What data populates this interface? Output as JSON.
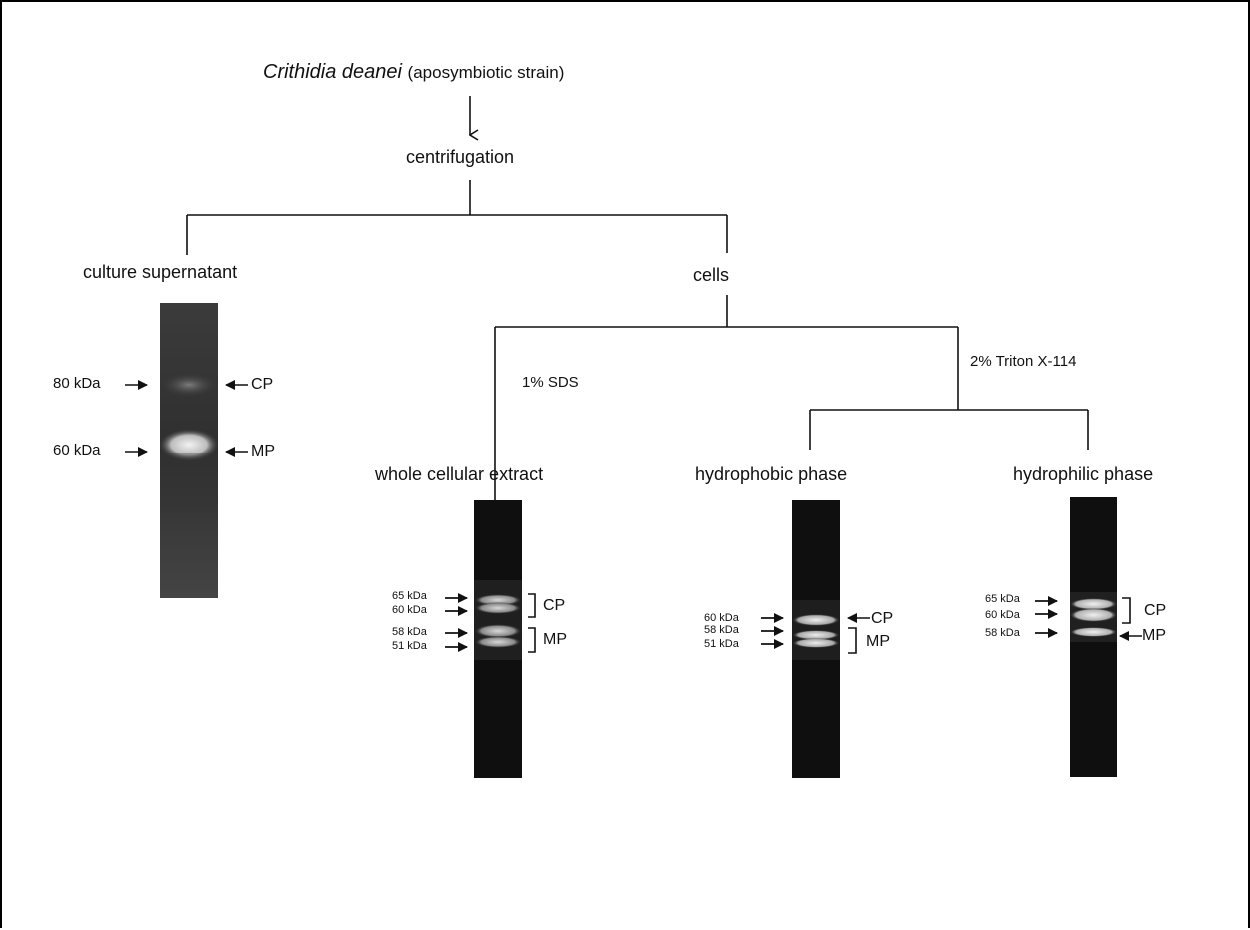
{
  "title": {
    "organism": "Crithidia deanei",
    "strain": "(aposymbiotic strain)"
  },
  "steps": {
    "centrifugation": "centrifugation",
    "culture_supernatant": "culture supernatant",
    "cells": "cells",
    "sds": "1% SDS",
    "triton": "2% Triton X-114",
    "whole_extract": "whole cellular extract",
    "hydrophobic": "hydrophobic phase",
    "hydrophilic": "hydrophilic phase"
  },
  "gels": {
    "supernatant": {
      "markers": [
        "80 kDa",
        "60 kDa"
      ],
      "labels": [
        "CP",
        "MP"
      ]
    },
    "whole": {
      "markers": [
        "65 kDa",
        "60 kDa",
        "58 kDa",
        "51 kDa"
      ],
      "labels": [
        "CP",
        "MP"
      ]
    },
    "hydrophobic": {
      "markers": [
        "60 kDa",
        "58 kDa",
        "51 kDa"
      ],
      "labels": [
        "CP",
        "MP"
      ]
    },
    "hydrophilic": {
      "markers": [
        "65 kDa",
        "60 kDa",
        "58 kDa"
      ],
      "labels": [
        "CP",
        "MP"
      ]
    }
  },
  "colors": {
    "gel_dark": "#0d0d0d",
    "gel_gray": "#3a3a3a",
    "band": "#e8e8e8",
    "line": "#111111"
  }
}
